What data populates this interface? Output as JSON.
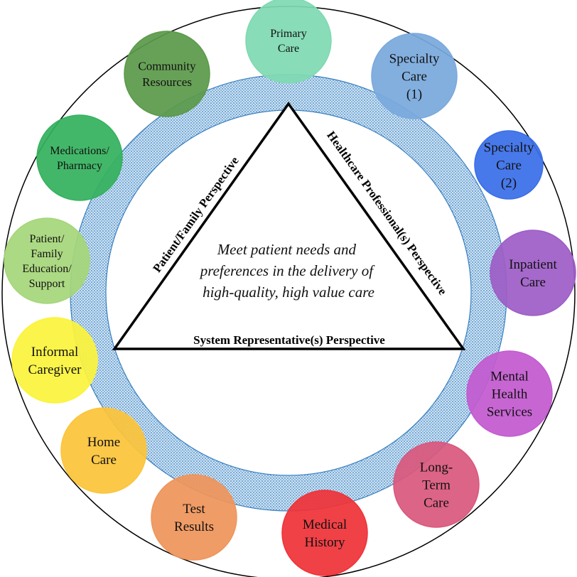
{
  "center": {
    "lines": [
      "Meet patient needs and",
      "preferences in the delivery of",
      "high-quality, high value care"
    ]
  },
  "perspectives": {
    "left": "Patient/Family Perspective",
    "right": "Healthcare Professional(s) Perspective",
    "bottom": "System Representative(s) Perspective"
  },
  "nodes": [
    {
      "id": "primary-care",
      "lines": [
        "Primary",
        "Care"
      ],
      "color": "#7fd9b3"
    },
    {
      "id": "specialty-care-1",
      "lines": [
        "Specialty",
        "Care",
        "(1)"
      ],
      "color": "#7aa9dd"
    },
    {
      "id": "specialty-care-2",
      "lines": [
        "Specialty",
        "Care",
        "(2)"
      ],
      "color": "#3a6fe8"
    },
    {
      "id": "inpatient-care",
      "lines": [
        "Inpatient",
        "Care"
      ],
      "color": "#9d5ec6"
    },
    {
      "id": "mental-health-services",
      "lines": [
        "Mental",
        "Health",
        "Services"
      ],
      "color": "#c35ad0"
    },
    {
      "id": "long-term-care",
      "lines": [
        "Long-",
        "Term",
        "Care"
      ],
      "color": "#d9587d"
    },
    {
      "id": "medical-history",
      "lines": [
        "Medical",
        "History"
      ],
      "color": "#ef3338"
    },
    {
      "id": "test-results",
      "lines": [
        "Test",
        "Results"
      ],
      "color": "#ef955a"
    },
    {
      "id": "home-care",
      "lines": [
        "Home",
        "Care"
      ],
      "color": "#fbc43a"
    },
    {
      "id": "informal-caregiver",
      "lines": [
        "Informal",
        "Caregiver"
      ],
      "color": "#fbf33c"
    },
    {
      "id": "patient-family-education-support",
      "lines": [
        "Patient/",
        "Family",
        "Education/",
        "Support"
      ],
      "color": "#a6d67a"
    },
    {
      "id": "medications-pharmacy",
      "lines": [
        "Medications/",
        "Pharmacy"
      ],
      "color": "#35b15e"
    },
    {
      "id": "community-resources",
      "lines": [
        "Community",
        "Resources"
      ],
      "color": "#5b9a4a"
    }
  ],
  "colors": {
    "ring": "#3a80c0",
    "ring_light": "#c4dcef",
    "outline": "#000000"
  }
}
